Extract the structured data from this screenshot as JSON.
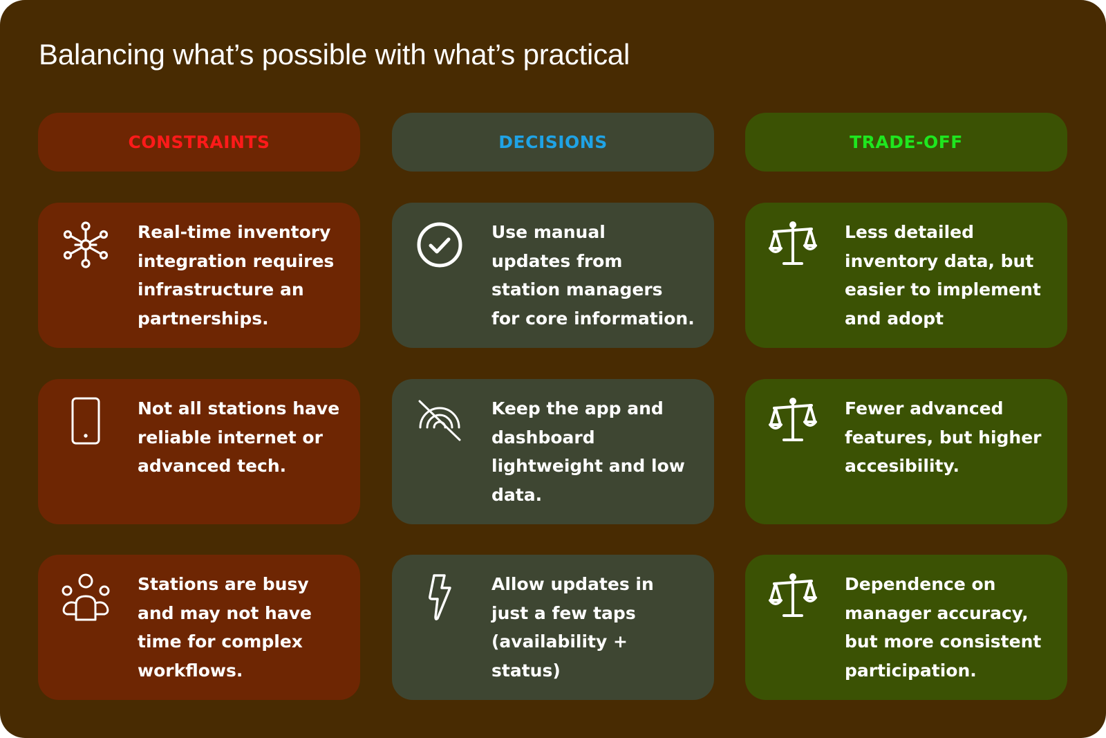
{
  "title": "Balancing what’s possible with what’s practical",
  "colors": {
    "background": "#482b02",
    "constraints_card": "#6e2603",
    "decisions_card": "#3e4632",
    "tradeoff_card": "#3b5204",
    "constraints_label": "#ff1a1a",
    "decisions_label": "#1fa3e6",
    "tradeoff_label": "#1fe61f"
  },
  "headers": {
    "constraints": "CONSTRAINTS",
    "decisions": "DECISIONS",
    "tradeoff": "TRADE-OFF"
  },
  "rows": [
    {
      "constraint": {
        "icon": "network-hub-icon",
        "text": "Real-time inventory\nintegration requires\ninfrastructure an\npartnerships."
      },
      "decision": {
        "icon": "check-circle-icon",
        "text": "Use manual\nupdates from\nstation managers\nfor core information."
      },
      "tradeoff": {
        "icon": "balance-scale-icon",
        "text": "Less detailed\ninventory data, but\neasier to implement\nand adopt"
      }
    },
    {
      "constraint": {
        "icon": "smartphone-icon",
        "text": "Not all stations have\nreliable internet or\nadvanced tech."
      },
      "decision": {
        "icon": "signal-off-icon",
        "text": "Keep the app and\ndashboard\nlightweight and low\ndata."
      },
      "tradeoff": {
        "icon": "balance-scale-icon",
        "text": "Fewer advanced\nfeatures, but higher\naccesibility."
      }
    },
    {
      "constraint": {
        "icon": "user-group-icon",
        "text": "Stations are busy\nand may not have\ntime for complex\nworkflows."
      },
      "decision": {
        "icon": "lightning-bolt-icon",
        "text": "Allow updates in\njust a few taps\n(availability +\nstatus)"
      },
      "tradeoff": {
        "icon": "balance-scale-icon",
        "text": "Dependence on\nmanager accuracy,\nbut more consistent\nparticipation."
      }
    }
  ]
}
